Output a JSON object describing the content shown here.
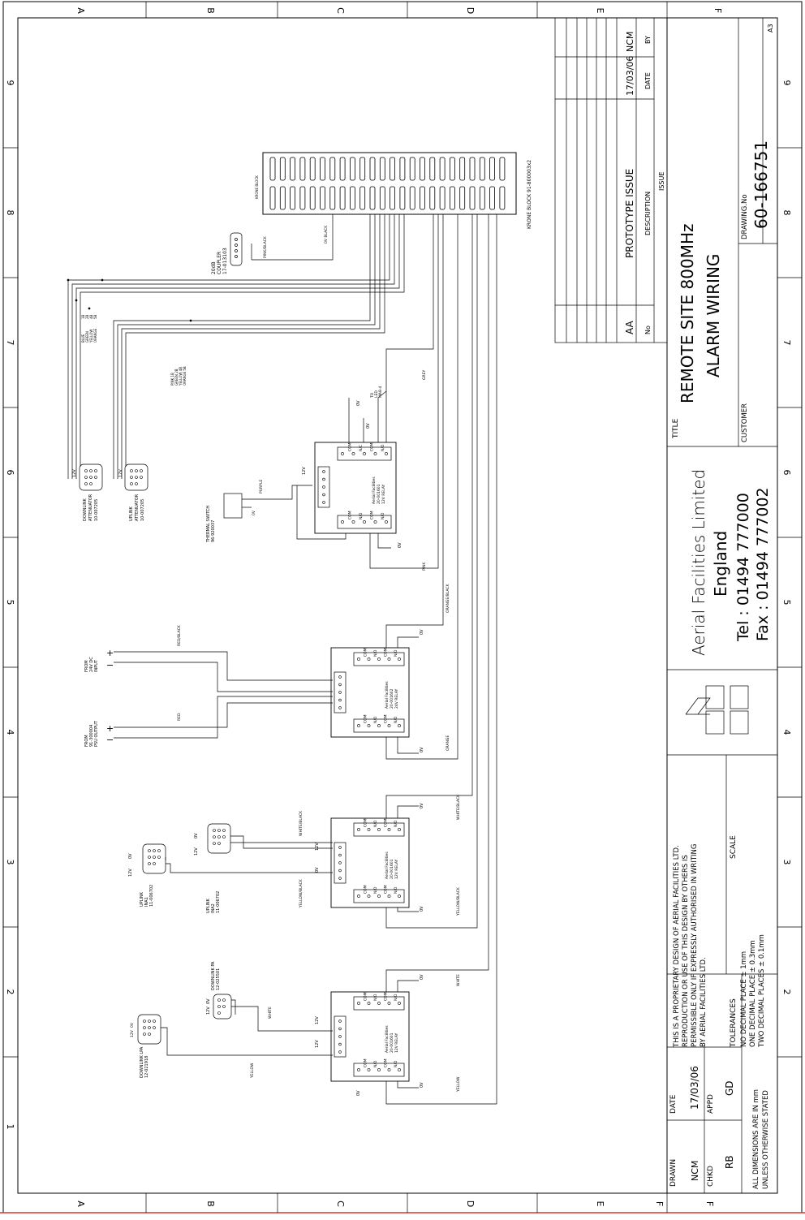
{
  "grid": {
    "letters": [
      "A",
      "B",
      "C",
      "D",
      "E",
      "F"
    ],
    "numbers": [
      "1",
      "2",
      "3",
      "4",
      "5",
      "6",
      "7",
      "8",
      "9"
    ]
  },
  "title_block": {
    "drawn_label": "DRAWN",
    "drawn_value": "NCM",
    "date_label": "DATE",
    "date_value": "17/03/06",
    "chkd_label": "CHKD",
    "chkd_value": "RB",
    "appd_label": "APPD",
    "appd_value": "GD",
    "dimensions_note_1": "ALL DIMENSIONS ARE IN mm",
    "dimensions_note_2": "UNLESS OTHERWISE STATED",
    "proprietary_1": "THIS IS A PROPRIETARY DESIGN OF AERIAL FACILITIES LTD.",
    "proprietary_2": "REPRODUCTION OR USE OF THIS DESIGN BY OTHERS IS",
    "proprietary_3": "PERMISSIBLE ONLY IF EXPRESSLY AUTHORISED IN WRITING",
    "proprietary_4": "BY AERIAL FACILITIES LTD.",
    "tolerances_label": "TOLERANCES",
    "tol_1": "NO DECIMAL PLACE ± 1mm",
    "tol_2": "ONE DECIMAL PLACE ± 0.3mm",
    "tol_3": "TWO DECIMAL PLACES ± 0.1mm",
    "scale_label": "SCALE",
    "company": "Aerial Facilities Limited",
    "country": "England",
    "tel": "Tel : 01494  777000",
    "fax": "Fax : 01494  777002",
    "title_label": "TITLE",
    "title_1": "REMOTE SITE 800MHz",
    "title_2": "ALARM WIRING",
    "customer_label": "CUSTOMER",
    "drawing_no_label": "DRAWING.No",
    "drawing_no": "60-166751",
    "sheet_size": "A3"
  },
  "issue_table": {
    "no_label": "No",
    "description_label": "DESCRIPTION",
    "date_label": "DATE",
    "by_label": "BY",
    "issue_label": "ISSUE",
    "no": "AA",
    "description": "PROTOTYPE ISSUE",
    "date": "17/03/06",
    "by": "NCM"
  },
  "components": {
    "krone_label": "KRONE BLOCK",
    "krone_part": "KRONE BLOCK 91-800003x2",
    "coupler_1": "20dB",
    "coupler_2": "COUPLER",
    "coupler_3": "17-013103",
    "dl_att_1": "DOWNLINK",
    "dl_att_2": "ATTENUATOR",
    "dl_att_3": "10-007205",
    "ul_att_1": "UPLINK",
    "ul_att_2": "ATTENUATOR",
    "ul_att_3": "10-007205",
    "thermal_1": "THERMAL SWITCH",
    "thermal_2": "96-920037",
    "relay_a_1": "Aerial Facilities",
    "relay_a_2": "20-001601",
    "relay_a_3": "12V RELAY",
    "relay_b_1": "Aerial Facilities",
    "relay_b_2": "20-001602",
    "relay_b_3": "24V RELAY",
    "relay_c_1": "Aerial Facilities",
    "relay_c_2": "20-001601",
    "relay_c_3": "12V RELAY",
    "relay_d_1": "Aerial Facilities",
    "relay_d_2": "20-001601",
    "relay_d_3": "12V RELAY",
    "from_24v_1": "FROM",
    "from_24v_2": "24V DC",
    "from_24v_3": "INPUT",
    "from_psu_1": "FROM",
    "from_psu_2": "91-300004",
    "from_psu_3": "PSU OUTPUT",
    "uplink_ina1_1": "UPLINK",
    "uplink_ina1_2": "INA1",
    "uplink_ina1_3": "11-006702",
    "uplink_ina2_1": "UPLINK",
    "uplink_ina2_2": "INA2",
    "uplink_ina2_3": "11-006702",
    "dl_pa_1": "DOWNLINK PA",
    "dl_pa_2": "12-025501",
    "dl_lpa_1": "DOWNLINK LPA",
    "dl_lpa_2": "12-021918",
    "to_led_1": "TO",
    "to_led_2": "LED",
    "to_led_3": "MA8-4"
  },
  "wires": {
    "pink_black": "PINK/BLACK",
    "zero_v_black": "0V BLACK",
    "grey": "GREY",
    "purple": "PURPLE",
    "pink": "PINK",
    "red_black": "RED/BLACK",
    "red": "RED",
    "orange_black": "ORANGE/BLACK",
    "orange": "ORANGE",
    "white_black": "WHITE/BLACK",
    "yellow_black": "YELLOW/BLACK",
    "white": "WHITE",
    "yellow": "YELLOW",
    "blue": "BLUE",
    "green": "GREEN",
    "yellow_w": "YELLOW",
    "orange_w": "ORANGE",
    "pin_1": "1B",
    "pin_2": "2B",
    "pin_3": "4B",
    "pin_4": "5B",
    "pink_1b": "PINK 1B",
    "green_2b": "GREEN 2B",
    "yellow_4b": "YELLOW 4B",
    "orange_5b": "ORANGE 5B"
  },
  "terms": {
    "com": "COM",
    "no": "N/O",
    "nc": "N/C",
    "v12": "12V",
    "v0": "0V",
    "plus": "+",
    "minus": "−"
  }
}
